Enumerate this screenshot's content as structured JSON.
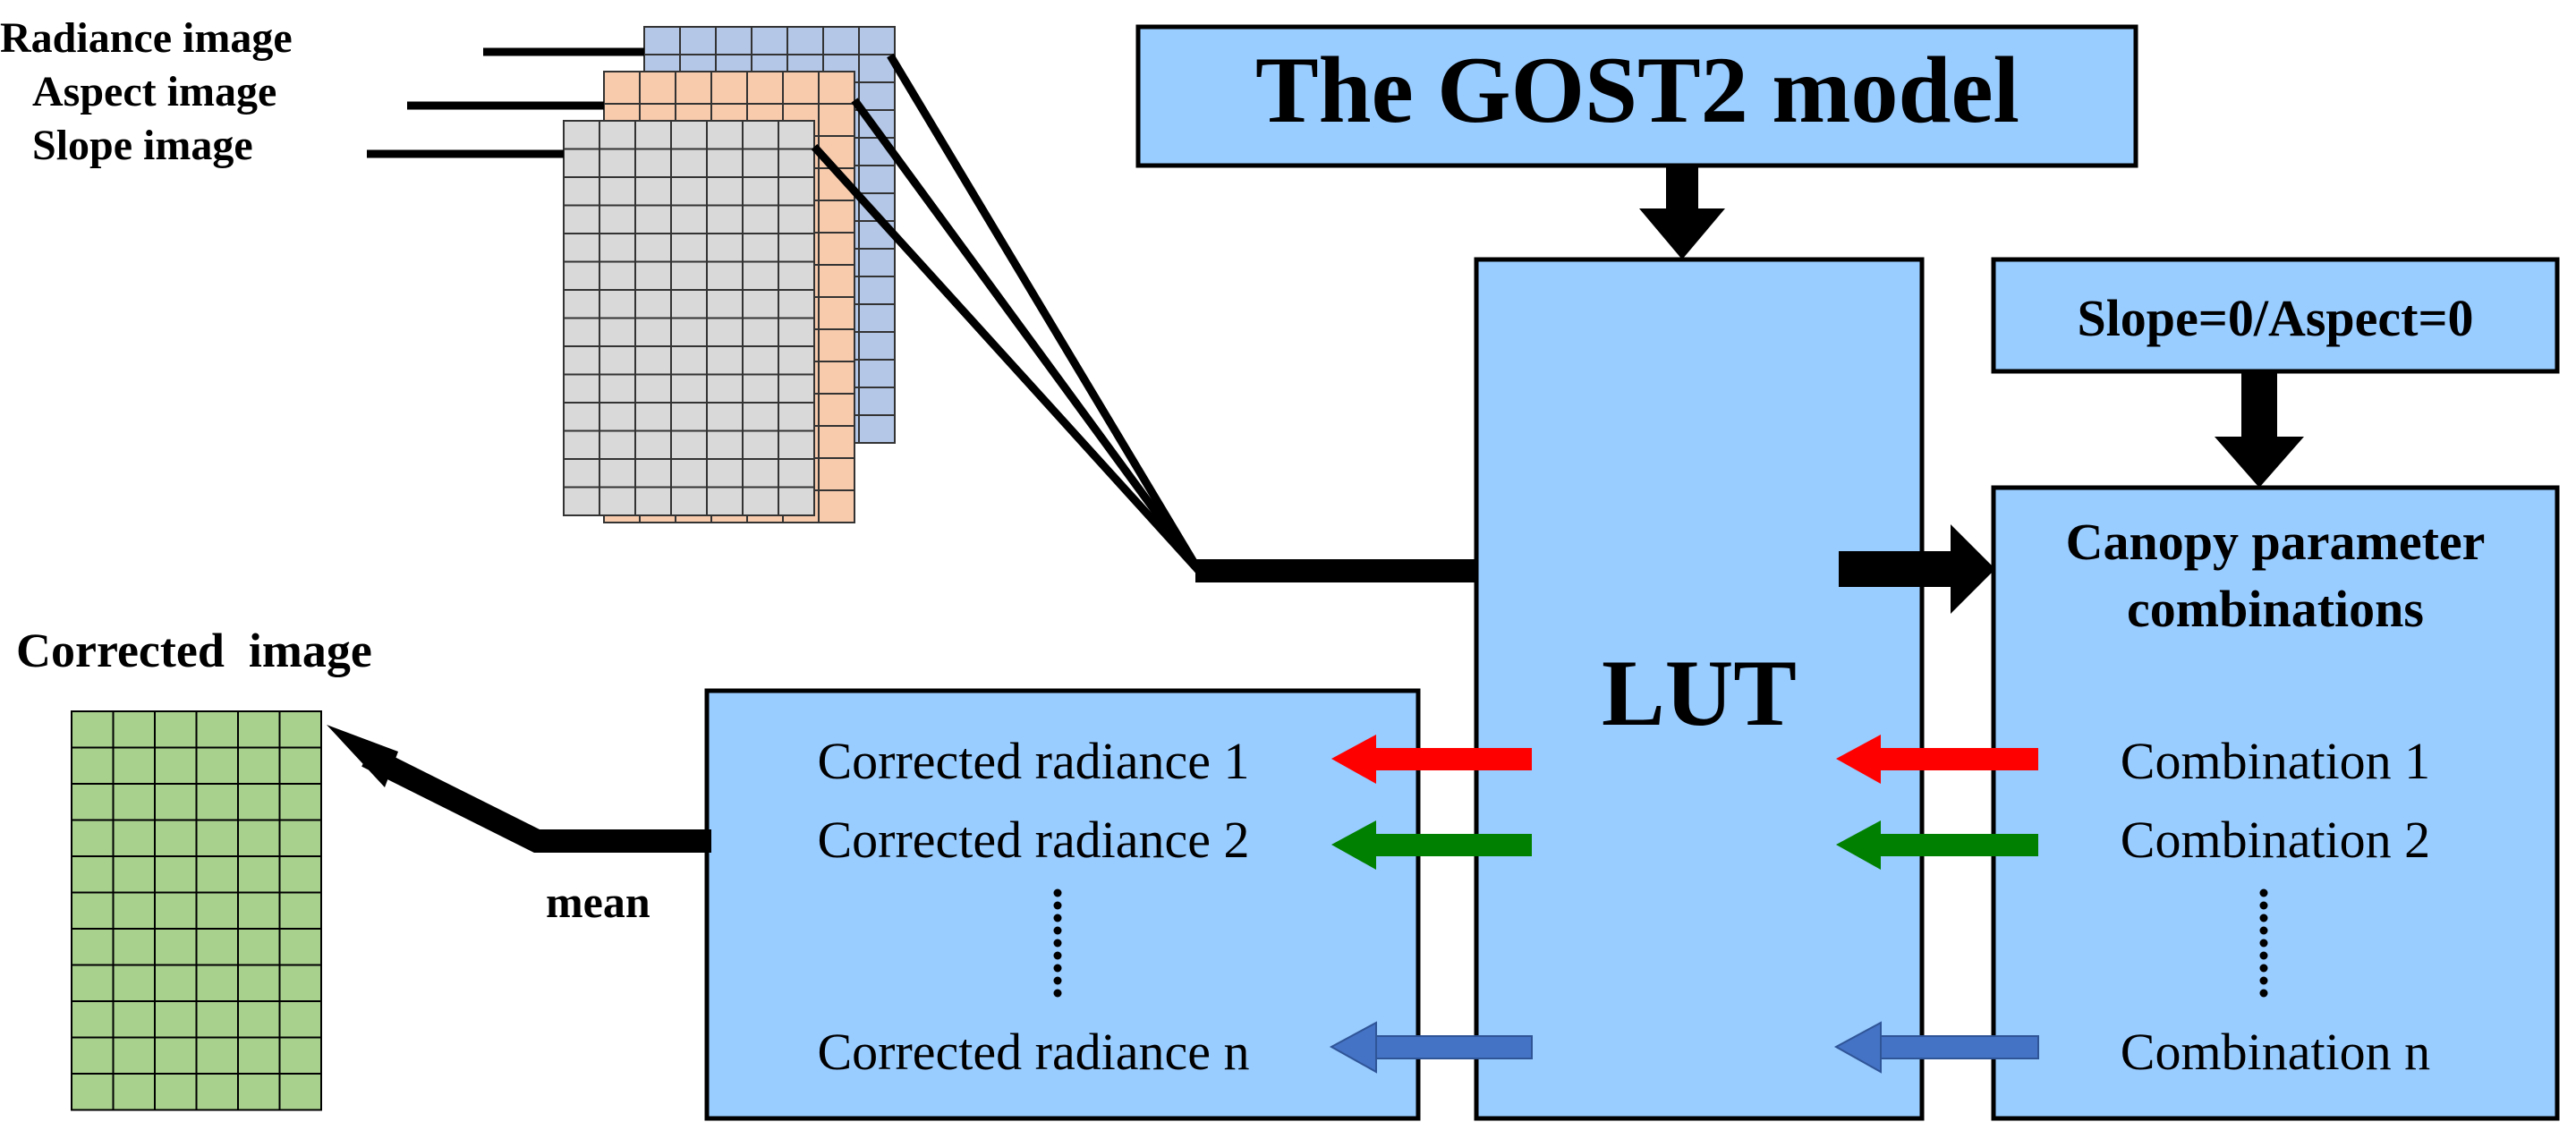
{
  "input_labels": {
    "radiance": "Radiance image",
    "aspect": "Aspect image",
    "slope": "Slope image"
  },
  "model_title": "The GOST2 model",
  "lut_label": "LUT",
  "flat_condition": "Slope=0/Aspect=0",
  "canopy": {
    "title_line1": "Canopy parameter",
    "title_line2": "combinations",
    "items": [
      "Combination 1",
      "Combination 2",
      "Combination n"
    ]
  },
  "corrected": {
    "items": [
      "Corrected radiance 1",
      "Corrected radiance 2",
      "Corrected radiance n"
    ],
    "mean_label": "mean"
  },
  "output_label": "Corrected  image",
  "colors": {
    "box_fill": "#99ccff",
    "box_stroke": "#000000",
    "radiance_grid": "#b4c7e7",
    "aspect_grid": "#f8cbad",
    "slope_grid": "#d9d9d9",
    "output_grid": "#a9d18e",
    "arrow_red": "#ff0000",
    "arrow_green": "#008000",
    "arrow_blue": "#4472c4"
  }
}
